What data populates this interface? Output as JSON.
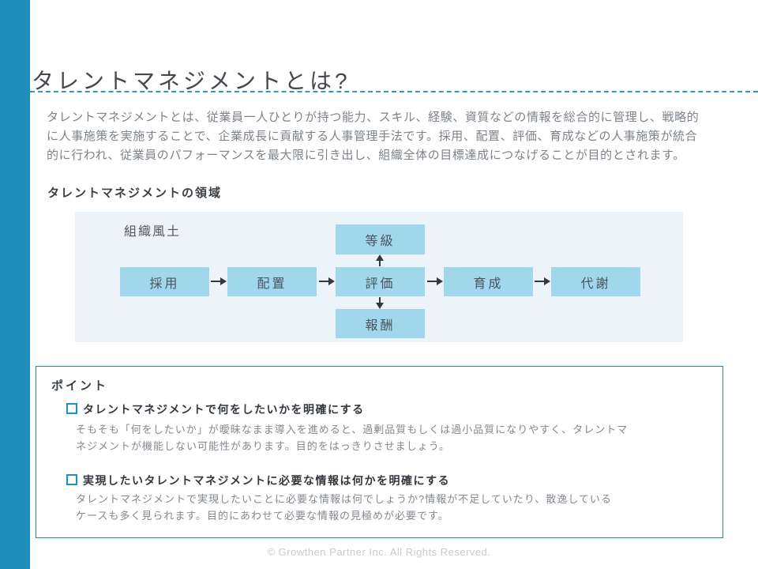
{
  "header": {
    "title": "タレントマネジメントとは?"
  },
  "intro": {
    "lines": [
      "タレントマネジメントとは、従業員一人ひとりが持つ能力、スキル、経験、資質などの情報を総合的に管理し、戦略的",
      "に人事施策を実施することで、企業成長に貢献する人事管理手法です。採用、配置、評価、育成などの人事施策が統合",
      "的に行われ、従業員のパフォーマンスを最大限に引き出し、組織全体の目標達成につなげることが目的とされます。"
    ]
  },
  "diagram": {
    "heading": "タレントマネジメントの領域",
    "context_label": "組織風土",
    "flow": [
      "採用",
      "配置",
      "評価",
      "育成",
      "代謝"
    ],
    "top_box": "等級",
    "bottom_box": "報酬"
  },
  "points": {
    "heading": "ポイント",
    "items": [
      {
        "title": "タレントマネジメントで何をしたいかを明確にする",
        "body_lines": [
          "そもそも「何をしたいか」が曖昧なまま導入を進めると、過剰品質もしくは過小品質になりやすく、タレントマ",
          "ネジメントが機能しない可能性があります。目的をはっきりさせましょう。"
        ]
      },
      {
        "title": "実現したいタレントマネジメントに必要な情報は何かを明確にする",
        "body_lines": [
          "タレントマネジメントで実現したいことに必要な情報は何でしょうか?情報が不足していたり、散逸している",
          "ケースも多く見られます。目的にあわせて必要な情報の見極めが必要です。"
        ]
      }
    ]
  },
  "footer": {
    "copyright": "© Growthen Partner Inc. All Rights Reserved."
  },
  "colors": {
    "accent": "#1E8EBC",
    "rule": "#2D9AC9",
    "panel_bg": "#EDF4F9",
    "box_fill": "#A1D7EC",
    "box_text": "#49535C",
    "points_border": "#1E87B5",
    "bullet": "#1F8FC4",
    "heading_dark": "#3B4046",
    "title_text": "#45484D",
    "body_gray": "#7D838A",
    "muted_gray": "#83898F",
    "arrow": "#34383C",
    "footer_gray": "#C6CACD"
  }
}
